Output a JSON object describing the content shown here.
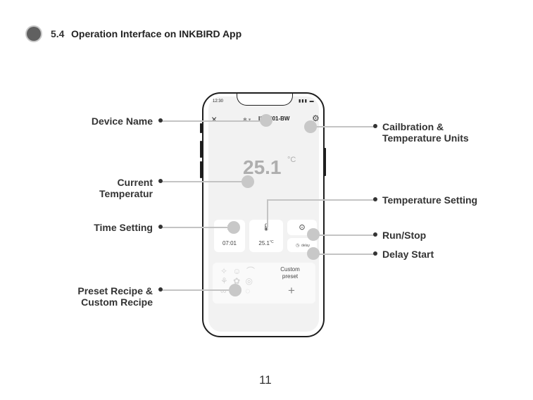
{
  "section": {
    "number": "5.4",
    "title": "Operation Interface on INKBIRD App"
  },
  "phone": {
    "status_time": "12:30",
    "status_icons": "▮▮▮ ▬",
    "close_icon": "close-icon",
    "bluetooth_icon": "bluetooth-icon",
    "device_name": "ISV-301-BW",
    "settings_icon": "gear-icon",
    "current_temperature": "25.1",
    "temperature_unit": "°C",
    "timer": {
      "icon": "hourglass-icon",
      "value": "07:01"
    },
    "temperature_setting": {
      "icon": "thermometer-icon",
      "value": "25.1",
      "unit": "°C"
    },
    "run_stop_icon": "play-icon",
    "delay": {
      "icon": "clock-icon",
      "label": "delay"
    },
    "custom_preset_label": "Custom\npreset",
    "add_icon": "plus-icon"
  },
  "callouts": {
    "device_name": "Device Name",
    "current_temperature": "Current\nTemperatur",
    "time_setting": "Time Setting",
    "preset_recipe": "Preset Recipe &\nCustom Recipe",
    "calibration": "Cailbration &\nTemperature Units",
    "temperature_setting": "Temperature Setting",
    "run_stop": "Run/Stop",
    "delay_start": "Delay Start"
  },
  "page_number": "11"
}
